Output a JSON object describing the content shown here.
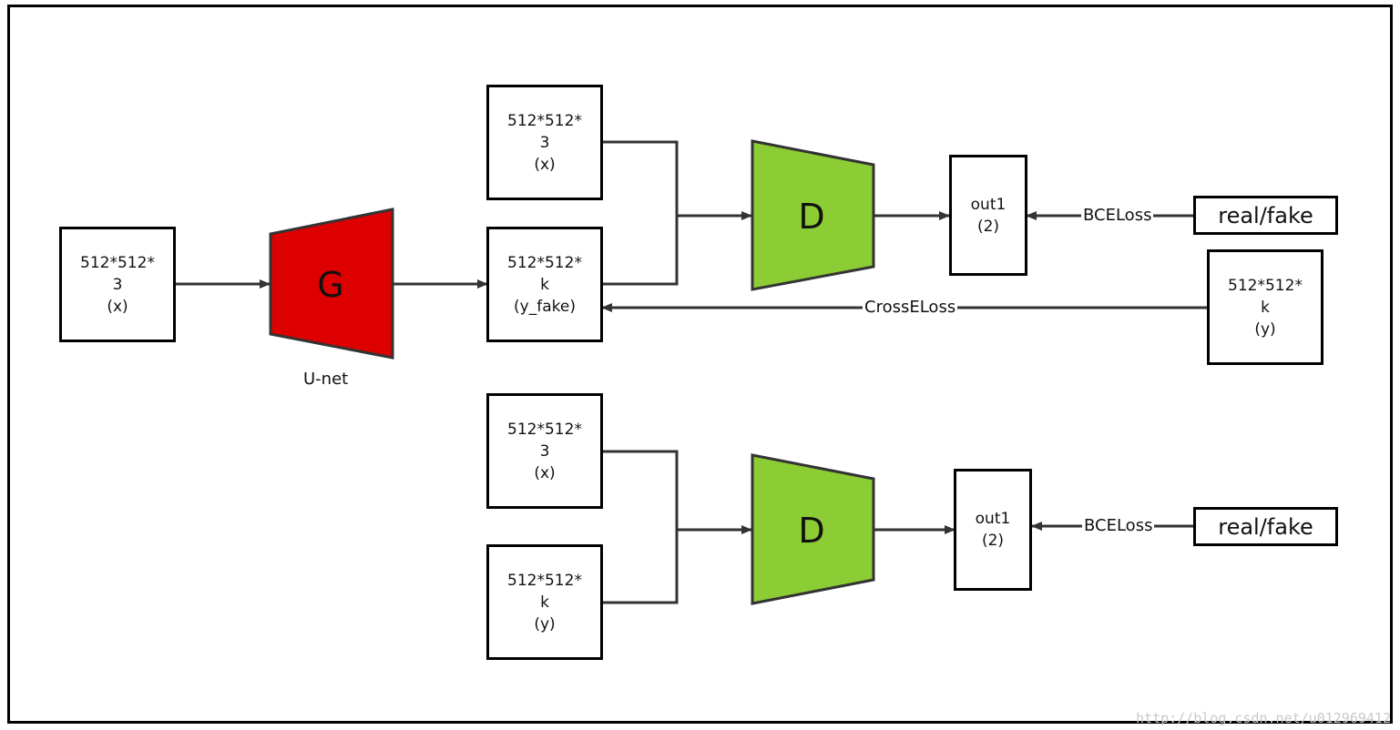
{
  "nodes": {
    "input_x": {
      "line1": "512*512*",
      "line2": "3",
      "line3": "(x)"
    },
    "generator": {
      "label": "G",
      "caption": "U-net",
      "color": "#dd0000"
    },
    "top_x": {
      "line1": "512*512*",
      "line2": "3",
      "line3": "(x)"
    },
    "y_fake": {
      "line1": "512*512*",
      "line2": "k",
      "line3": "(y_fake)"
    },
    "discriminator_top": {
      "label": "D",
      "color": "#8ccc34"
    },
    "out_top": {
      "line1": "out1",
      "line2": "(2)"
    },
    "real_fake_top": {
      "label": "real/fake"
    },
    "y_target": {
      "line1": "512*512*",
      "line2": "k",
      "line3": "(y)"
    },
    "bottom_x": {
      "line1": "512*512*",
      "line2": "3",
      "line3": "(x)"
    },
    "bottom_y": {
      "line1": "512*512*",
      "line2": "k",
      "line3": "(y)"
    },
    "discriminator_bottom": {
      "label": "D",
      "color": "#8ccc34"
    },
    "out_bottom": {
      "line1": "out1",
      "line2": "(2)"
    },
    "real_fake_bottom": {
      "label": "real/fake"
    }
  },
  "edge_labels": {
    "bce_top": "BCELoss",
    "cross_entropy": "CrossELoss",
    "bce_bottom": "BCELoss"
  },
  "watermark": "http://blog.csdn.net/u012969412"
}
